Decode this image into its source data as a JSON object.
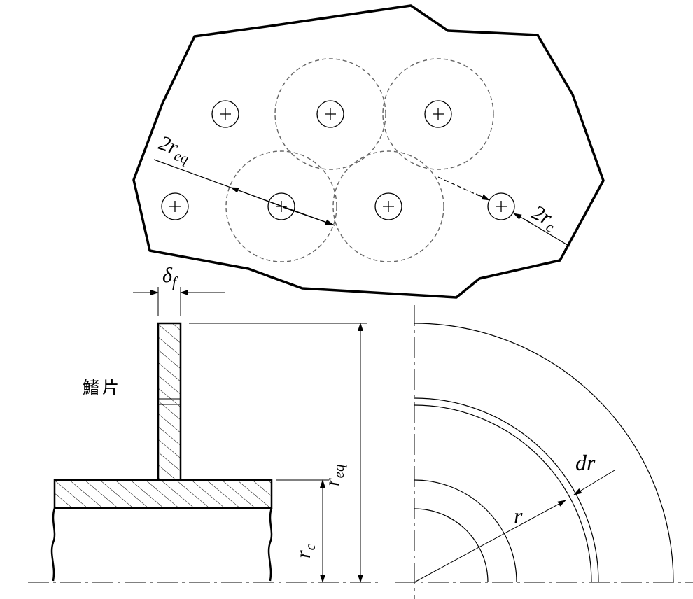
{
  "labels": {
    "two_r_eq": {
      "prefix": "2r",
      "sub": "eq"
    },
    "two_r_c": {
      "prefix": "2r",
      "sub": "c"
    },
    "delta_f": {
      "prefix": "δ",
      "sub": "f"
    },
    "fin_text": "鰭片",
    "r_eq_vertical": {
      "prefix": "r",
      "sub": "eq"
    },
    "r_c_vertical": {
      "prefix": "r",
      "sub": "c"
    },
    "r_label": "r",
    "dr_label": "dr"
  }
}
